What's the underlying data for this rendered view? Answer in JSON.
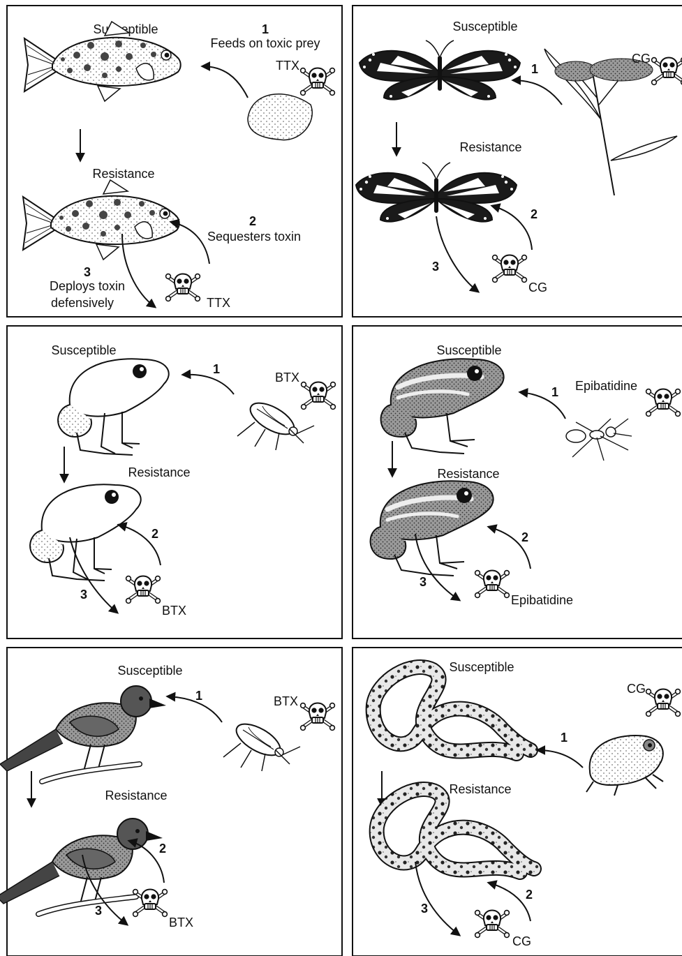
{
  "panels": {
    "pufferfish": {
      "susceptible": "Susceptible",
      "resistance": "Resistance",
      "step1_num": "1",
      "step1_text": "Feeds on toxic prey",
      "step2_num": "2",
      "step2_text": "Sequesters toxin",
      "step3_num": "3",
      "step3_text_a": "Deploys toxin",
      "step3_text_b": "defensively",
      "toxin_in": "TTX",
      "toxin_out": "TTX"
    },
    "monarch": {
      "susceptible": "Susceptible",
      "resistance": "Resistance",
      "step1_num": "1",
      "step2_num": "2",
      "step3_num": "3",
      "toxin_in": "CG",
      "toxin_out": "CG"
    },
    "poison_frog": {
      "susceptible": "Susceptible",
      "resistance": "Resistance",
      "step1_num": "1",
      "step2_num": "2",
      "step3_num": "3",
      "toxin_in": "BTX",
      "toxin_out": "BTX"
    },
    "epibatidine_frog": {
      "susceptible": "Susceptible",
      "resistance": "Resistance",
      "step1_num": "1",
      "step2_num": "2",
      "step3_num": "3",
      "toxin_in": "Epibatidine",
      "toxin_out": "Epibatidine"
    },
    "bird": {
      "susceptible": "Susceptible",
      "resistance": "Resistance",
      "step1_num": "1",
      "step2_num": "2",
      "step3_num": "3",
      "toxin_in": "BTX",
      "toxin_out": "BTX"
    },
    "snake": {
      "susceptible": "Susceptible",
      "resistance": "Resistance",
      "step1_num": "1",
      "step2_num": "2",
      "step3_num": "3",
      "toxin_in": "CG",
      "toxin_out": "CG"
    }
  },
  "icons": {
    "toxin": "skull-crossbones-icon",
    "colors": {
      "ink": "#111111",
      "spots": "#555555",
      "wing": "#1a1a1a",
      "background": "#ffffff"
    }
  }
}
